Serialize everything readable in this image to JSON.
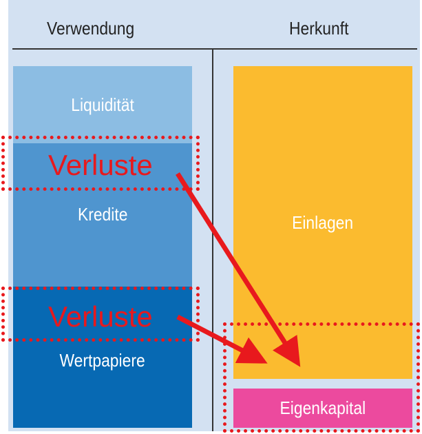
{
  "header": {
    "left": "Verwendung",
    "right": "Herkunft"
  },
  "assets": [
    {
      "label": "Liquidität",
      "color": "#8cbde3"
    },
    {
      "label": "Kredite",
      "color": "#4f95cf"
    },
    {
      "label": "Wertpapiere",
      "color": "#0769b3"
    }
  ],
  "liabilities": [
    {
      "label": "Einlagen",
      "color": "#fbbb2f"
    },
    {
      "label": "Eigenkapital",
      "color": "#ec4a9e"
    }
  ],
  "annotations": {
    "loss_label_1": "Verluste",
    "loss_label_2": "Verluste",
    "accent_color": "#e8191d"
  }
}
